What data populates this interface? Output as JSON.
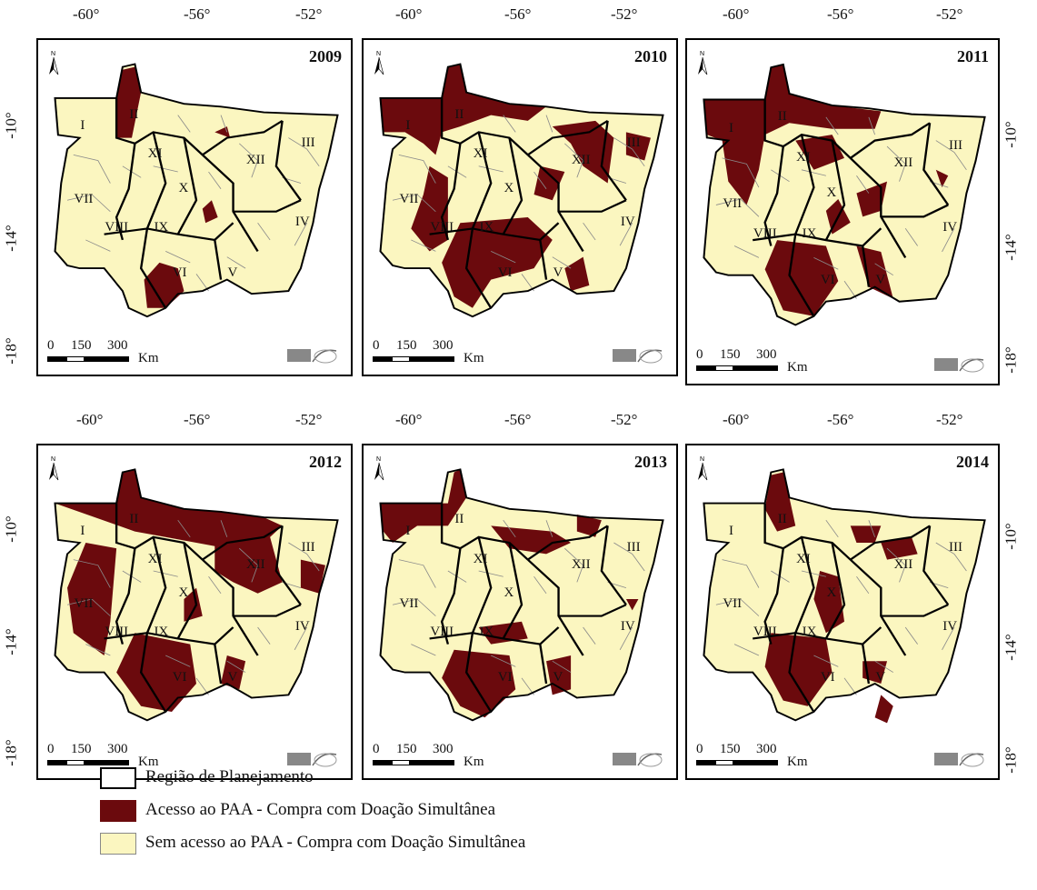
{
  "colors": {
    "access": "#6b0a0d",
    "no_access": "#fbf6c0",
    "border": "#000000",
    "inner_border": "#8a8a8a"
  },
  "icons": {
    "north": "north-arrow-icon",
    "logo": "lab-geo-logo"
  },
  "axes": {
    "top_lon_labels": [
      "-60°",
      "-56°",
      "-52°"
    ],
    "lat_labels": [
      "-10°",
      "-14°",
      "-18°"
    ]
  },
  "scale": {
    "ticks": [
      "0",
      "150",
      "300"
    ],
    "unit": "Km"
  },
  "region_labels": [
    "I",
    "II",
    "III",
    "IV",
    "V",
    "VI",
    "VII",
    "VIII",
    "IX",
    "X",
    "XI",
    "XII"
  ],
  "panels": [
    {
      "year": "2009"
    },
    {
      "year": "2010"
    },
    {
      "year": "2011"
    },
    {
      "year": "2012"
    },
    {
      "year": "2013"
    },
    {
      "year": "2014"
    }
  ],
  "legend": [
    {
      "label": "Região de Planejamento",
      "kind": "outline"
    },
    {
      "label": "Acesso ao PAA - Compra com Doação Simultânea",
      "kind": "access"
    },
    {
      "label": "Sem acesso ao PAA - Compra com Doação Simultânea",
      "kind": "no_access"
    }
  ]
}
